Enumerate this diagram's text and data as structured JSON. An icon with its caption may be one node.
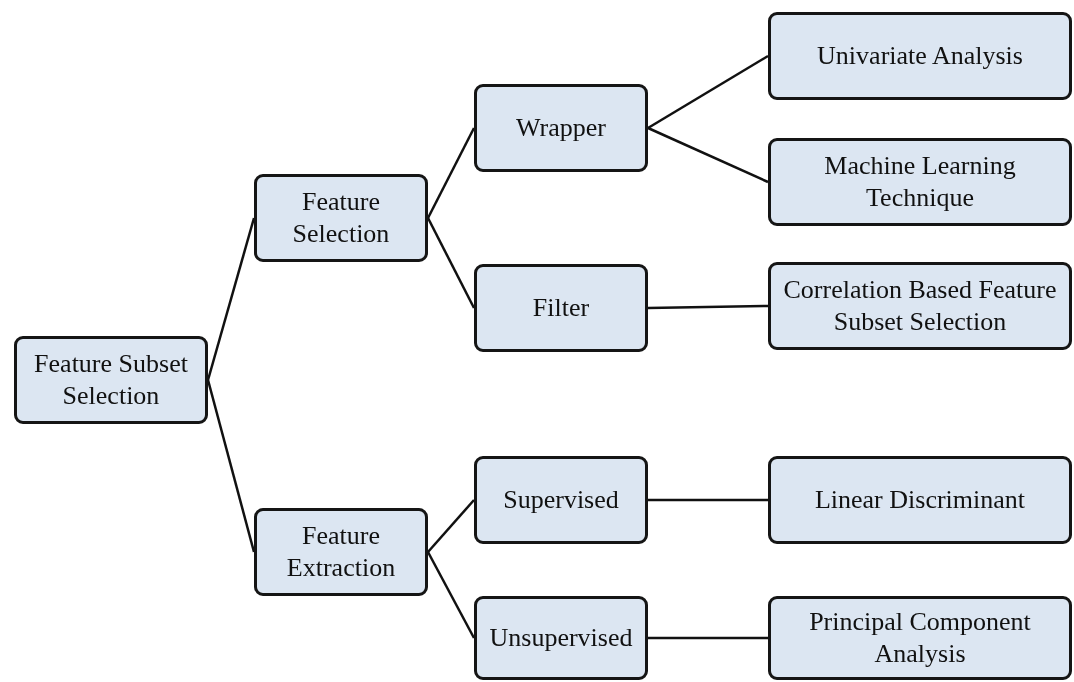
{
  "diagram": {
    "nodes": [
      {
        "text": [
          "Feature Subset Selection"
        ]
      },
      {
        "text": [
          "Feature Selection"
        ]
      },
      {
        "text": [
          "Feature Extraction"
        ]
      },
      {
        "text": [
          "Wrapper"
        ]
      },
      {
        "text": [
          "Filter"
        ]
      },
      {
        "text": [
          "Supervised"
        ]
      },
      {
        "text": [
          "Unsupervised"
        ]
      },
      {
        "text": [
          "Univariate Analysis"
        ]
      },
      {
        "text": [
          "Machine Learning Technique"
        ]
      },
      {
        "text": [
          "Correlation Based Feature Subset Selection"
        ]
      },
      {
        "text": [
          "Linear Discriminant"
        ]
      },
      {
        "text": [
          "Principal Component Analysis"
        ]
      }
    ],
    "edges": [
      {
        "from": 0,
        "to": 1,
        "arrow": "none"
      },
      {
        "from": 0,
        "to": 2,
        "arrow": "none"
      },
      {
        "from": 1,
        "to": 3,
        "arrow": "none"
      },
      {
        "from": 1,
        "to": 4,
        "arrow": "none"
      },
      {
        "from": 2,
        "to": 5,
        "arrow": "none"
      },
      {
        "from": 2,
        "to": 6,
        "arrow": "none"
      },
      {
        "from": 3,
        "to": 7,
        "arrow": "none"
      },
      {
        "from": 3,
        "to": 8,
        "arrow": "none"
      },
      {
        "from": 4,
        "to": 9,
        "arrow": "none"
      },
      {
        "from": 5,
        "to": 10,
        "arrow": "none"
      },
      {
        "from": 6,
        "to": 11,
        "arrow": "none"
      }
    ]
  }
}
